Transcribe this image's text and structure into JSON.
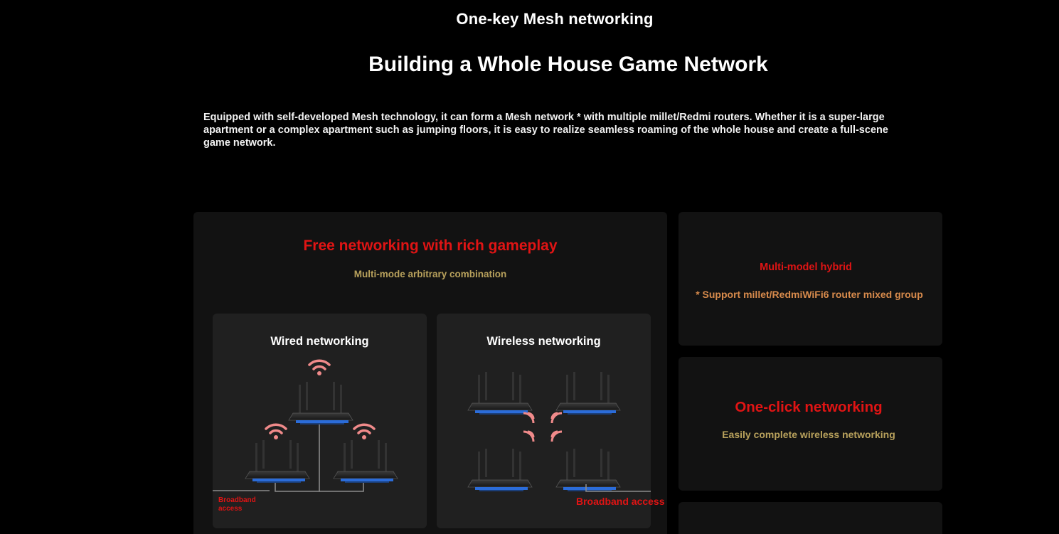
{
  "header": {
    "eyebrow": "One-key Mesh networking",
    "headline": "Building a Whole House Game Network",
    "intro": "Equipped with self-developed Mesh technology, it can form a Mesh network * with multiple millet/Redmi routers. Whether it is a super-large apartment or a complex apartment such as jumping floors, it is easy to realize seamless roaming of the whole house and create a full-scene game network."
  },
  "main_card": {
    "title": "Free networking with rich gameplay",
    "subtitle": "Multi-mode arbitrary combination",
    "wired": {
      "title": "Wired networking",
      "broadband_label": "Broadband access",
      "icons": [
        "router-icon",
        "wifi-signal-icon"
      ]
    },
    "wireless": {
      "title": "Wireless networking",
      "broadband_label": "Broadband access",
      "icons": [
        "router-icon",
        "wifi-wave-icon"
      ]
    }
  },
  "side_cards": {
    "hybrid": {
      "title": "Multi-model hybrid",
      "subtitle": "* Support millet/RedmiWiFi6 router mixed group"
    },
    "one_click": {
      "title": "One-click networking",
      "subtitle": "Easily complete wireless networking"
    }
  },
  "colors": {
    "background": "#000000",
    "card": "#121212",
    "panel": "#202020",
    "accent_red": "#e01414",
    "gold": "#b8a15c",
    "orange": "#d88b4c",
    "wifi_pink": "#f08a8a"
  }
}
